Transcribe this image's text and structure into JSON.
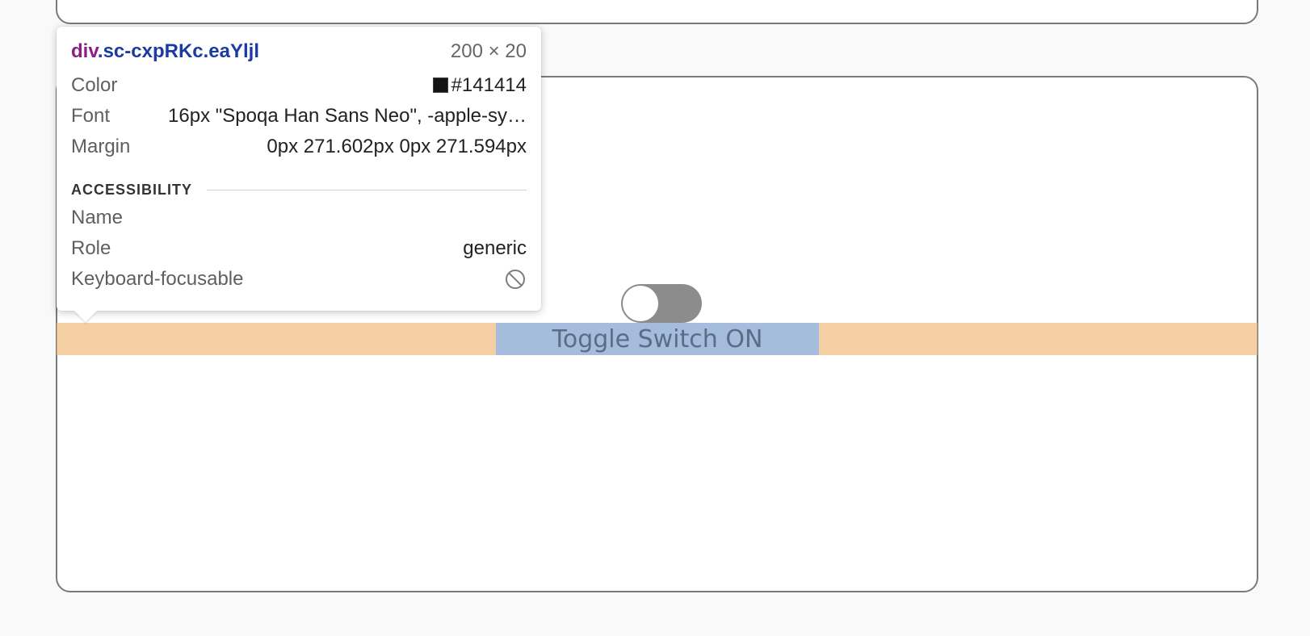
{
  "inspector": {
    "tag": "div",
    "class_name": ".sc-cxpRKc.eaYljl",
    "size": "200 × 20",
    "rows": {
      "color_label": "Color",
      "color_value": "#141414",
      "font_label": "Font",
      "font_value": "16px \"Spoqa Han Sans Neo\", -apple-sy…",
      "margin_label": "Margin",
      "margin_value": "0px 271.602px 0px 271.594px"
    },
    "accessibility": {
      "section_title": "ACCESSIBILITY",
      "name_label": "Name",
      "name_value": "",
      "role_label": "Role",
      "role_value": "generic",
      "focusable_label": "Keyboard-focusable",
      "focusable_icon": "not-allowed-icon"
    },
    "colors": {
      "swatch": "#141414",
      "tag_color": "#8a1f86",
      "class_color": "#1c3aa4"
    }
  },
  "toggle": {
    "state_label": "Toggle Switch ON",
    "track_color": "#8c8c8c",
    "knob_color": "#ffffff"
  },
  "highlight": {
    "margin_color": "#f0bc80",
    "content_color": "#96b9e6"
  }
}
